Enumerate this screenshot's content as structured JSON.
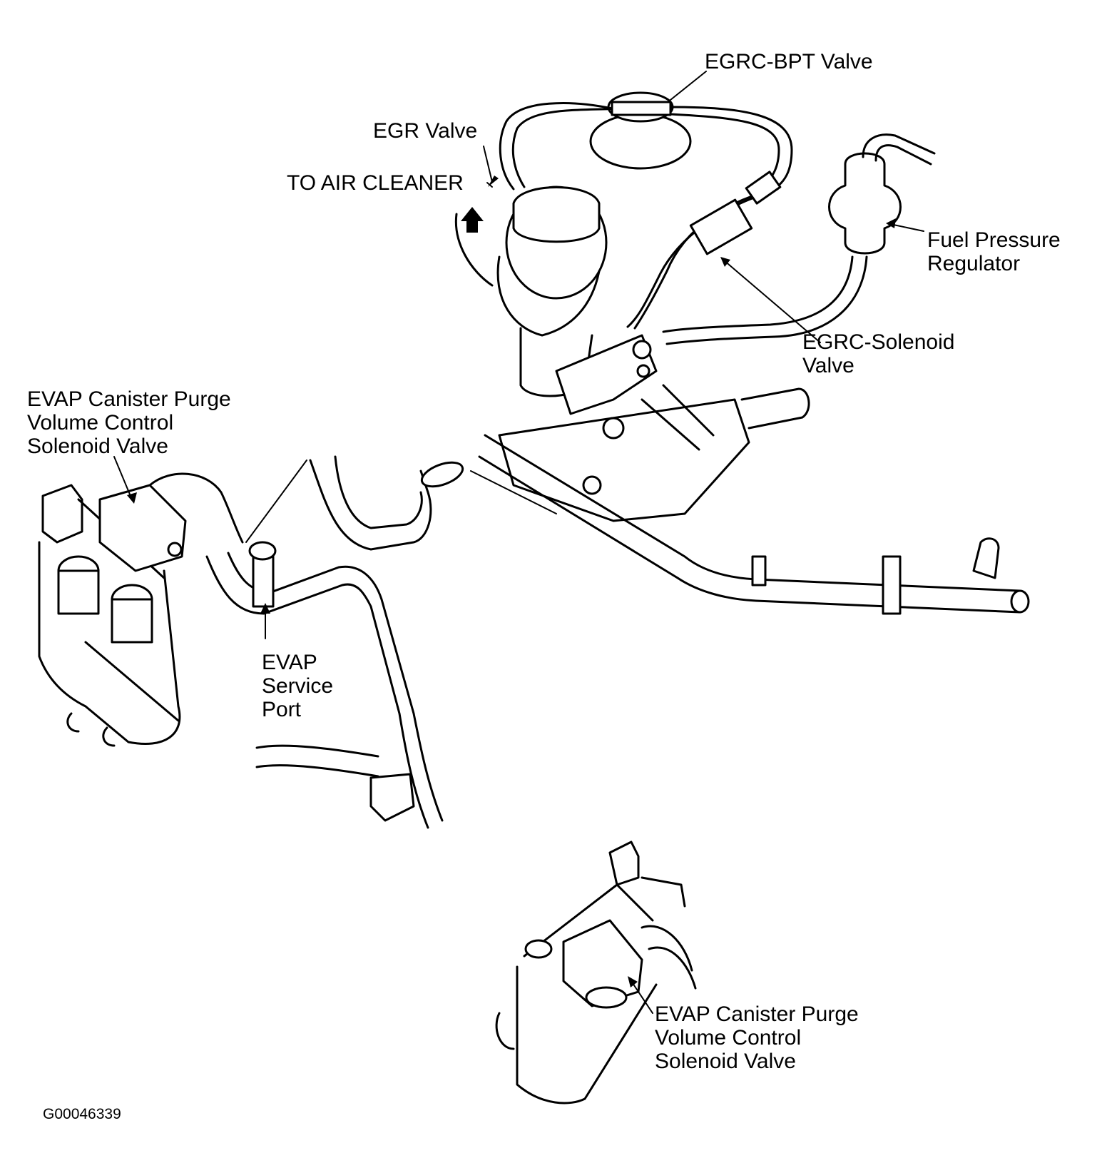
{
  "labels": {
    "egrc_bpt_valve": "EGRC-BPT Valve",
    "egr_valve": "EGR Valve",
    "to_air_cleaner": "TO AIR CLEANER",
    "fuel_pressure_regulator": [
      "Fuel Pressure",
      "Regulator"
    ],
    "egrc_solenoid_valve": [
      "EGRC-Solenoid",
      "Valve"
    ],
    "evap_purge_valve_upper": [
      "EVAP Canister Purge",
      "Volume Control",
      "Solenoid Valve"
    ],
    "evap_service_port": [
      "EVAP",
      "Service",
      "Port"
    ],
    "evap_purge_valve_lower": [
      "EVAP Canister Purge",
      "Volume Control",
      "Solenoid Valve"
    ]
  },
  "figure_code": "G00046339"
}
